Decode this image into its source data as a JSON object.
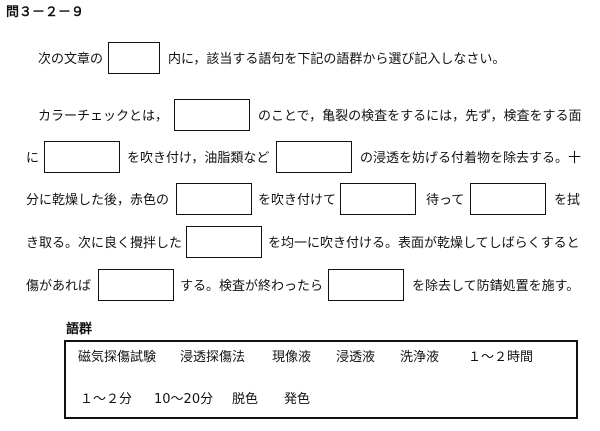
{
  "header": {
    "number": "問３－２－９"
  },
  "instruction": {
    "prefix": "次の文章の",
    "suffix": "内に，該当する語句を下記の語群から選び記入しなさい。"
  },
  "passage": {
    "line1_a": "カラーチェックとは，",
    "line1_b": "のことで，亀裂の検査をするには，先ず，検査をする面",
    "line2_a": "に",
    "line2_b": "を吹き付け，油脂類など",
    "line2_c": "の浸透を妨げる付着物を除去する。十",
    "line3_a": "分に乾燥した後，赤色の",
    "line3_b": "を吹き付けて",
    "line3_c": "待って",
    "line3_d": "を拭",
    "line4_a": "き取る。次に良く攪拌した",
    "line4_b": "を均一に吹き付ける。表面が乾燥してしばらくすると",
    "line5_a": "傷があれば",
    "line5_b": "する。検査が終わったら",
    "line5_c": "を除去して防錆処置を施す。"
  },
  "word_bank": {
    "title": "語群",
    "row1": [
      "磁気探傷試験",
      "浸透探傷法",
      "現像液",
      "浸透液",
      "洗浄液",
      "１～２時間"
    ],
    "row2": [
      "１～２分",
      "10～20分",
      "脱色",
      "発色"
    ]
  }
}
